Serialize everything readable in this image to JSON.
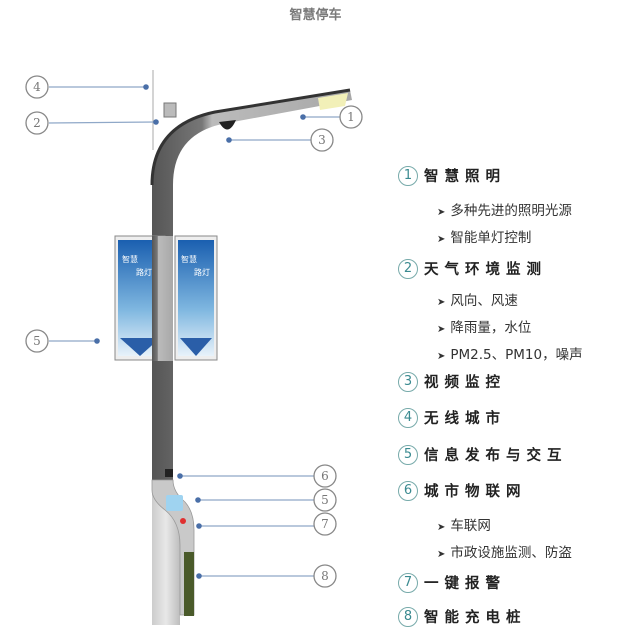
{
  "title": "智慧停车",
  "banner_text": [
    "智慧",
    "路灯"
  ],
  "callouts": [
    "4",
    "2",
    "5",
    "1",
    "3",
    "6",
    "5",
    "7",
    "8"
  ],
  "features": [
    {
      "num": "1",
      "label": "智慧照明",
      "subs": [
        "多种先进的照明光源",
        "智能单灯控制"
      ]
    },
    {
      "num": "2",
      "label": "天气环境监测",
      "subs": [
        "风向、风速",
        "降雨量，水位",
        "PM2.5、PM10，噪声"
      ]
    },
    {
      "num": "3",
      "label": "视频监控",
      "subs": []
    },
    {
      "num": "4",
      "label": "无线城市",
      "subs": []
    },
    {
      "num": "5",
      "label": "信息发布与交互",
      "subs": []
    },
    {
      "num": "6",
      "label": "城市物联网",
      "subs": [
        "车联网",
        "市政设施监测、防盗"
      ]
    },
    {
      "num": "7",
      "label": "一键报警",
      "subs": []
    },
    {
      "num": "8",
      "label": "智能充电桩",
      "subs": []
    }
  ],
  "arrow_icon": "➤",
  "colors": {
    "accent": "#3a8a90",
    "leader": "#8fa8c8",
    "dot": "#4a6fa8",
    "pole": "#b8b8b8"
  }
}
